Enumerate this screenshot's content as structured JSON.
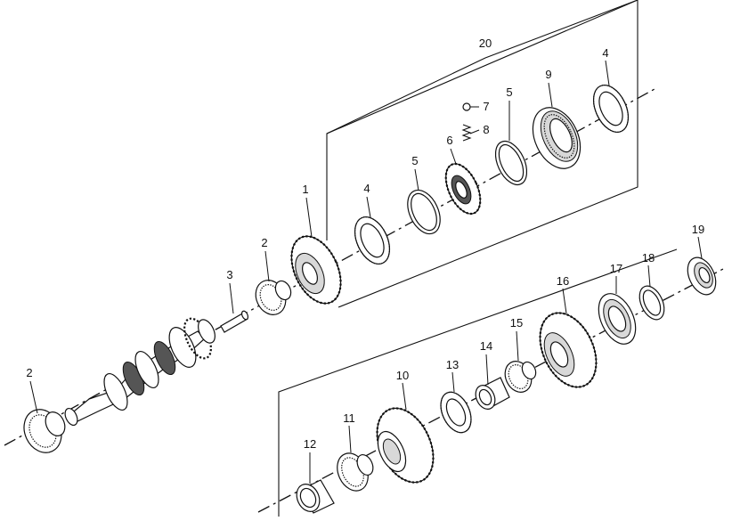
{
  "callouts": {
    "c1": "1",
    "c2a": "2",
    "c2b": "2",
    "c3": "3",
    "c4a": "4",
    "c4b": "4",
    "c5a": "5",
    "c5b": "5",
    "c6": "6",
    "c7": "7",
    "c8": "8",
    "c9": "9",
    "c10": "10",
    "c11": "11",
    "c12": "12",
    "c13": "13",
    "c14": "14",
    "c15": "15",
    "c16": "16",
    "c17": "17",
    "c18": "18",
    "c19": "19",
    "c20": "20"
  }
}
